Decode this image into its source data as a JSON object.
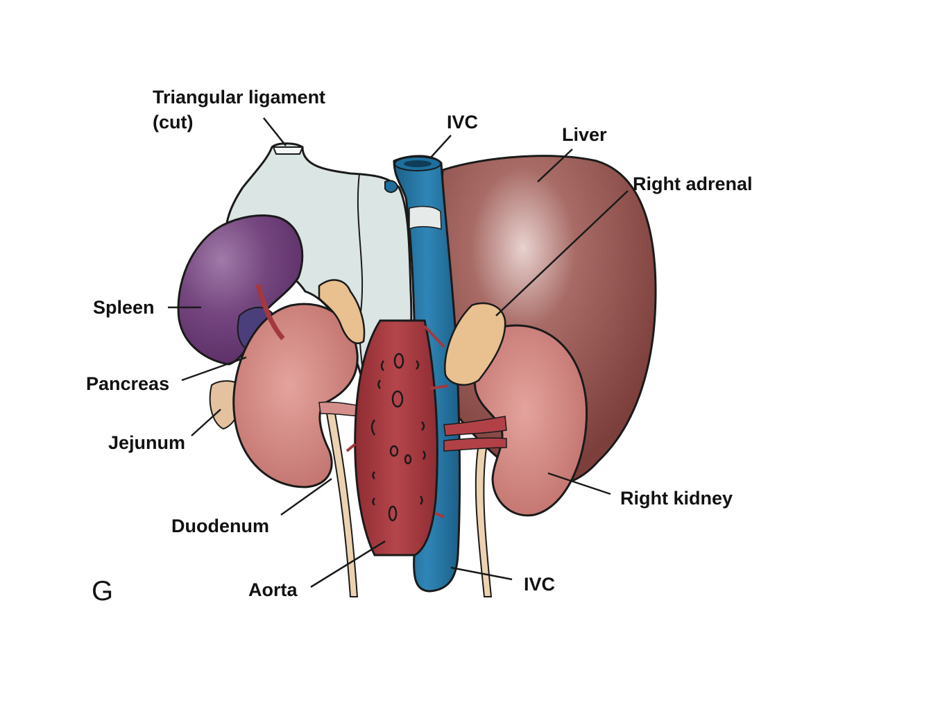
{
  "panel_letter": "G",
  "labels": {
    "triangular_ligament_line1": "Triangular ligament",
    "triangular_ligament_line2": "(cut)",
    "ivc_top": "IVC",
    "liver": "Liver",
    "right_adrenal": "Right adrenal",
    "spleen": "Spleen",
    "pancreas": "Pancreas",
    "jejunum": "Jejunum",
    "duodenum": "Duodenum",
    "aorta": "Aorta",
    "ivc_bottom": "IVC",
    "right_kidney": "Right kidney"
  },
  "colors": {
    "liver": "#8e4f4a",
    "spleen": "#6e3f78",
    "ivc": "#1f6f9e",
    "aorta": "#a3393e",
    "kidney": "#c4746f",
    "adrenal": "#e9c08f",
    "ligament": "#dbe5e3",
    "ureter": "#ecd2b0",
    "line": "#1a1a1a"
  }
}
